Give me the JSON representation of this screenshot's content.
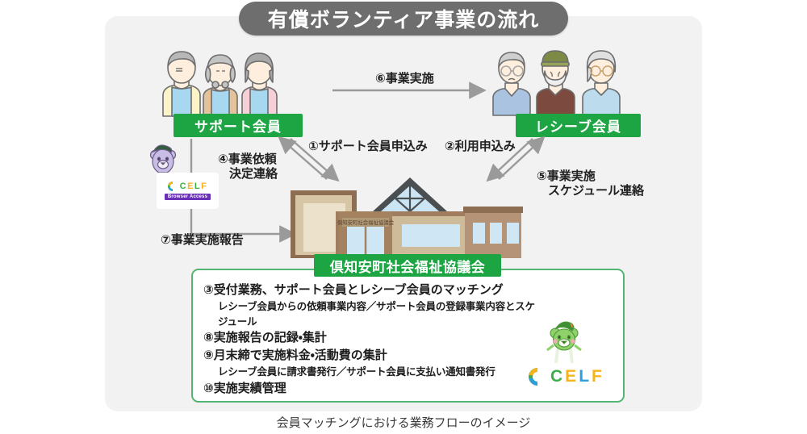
{
  "title": "有償ボランティア事業の流れ",
  "caption": "会員マッチングにおける業務フローのイメージ",
  "actors": {
    "support_label": "サポート会員",
    "receive_label": "レシーブ会員",
    "building_sign": "倶知安町社会福祉協議会"
  },
  "flows": [
    {
      "id": "1",
      "text": "①サポート会員申込み"
    },
    {
      "id": "2",
      "text": "②利用申込み"
    },
    {
      "id": "4",
      "line1": "④事業依頼",
      "line2": "決定連絡"
    },
    {
      "id": "5",
      "line1": "⑤事業実施",
      "line2": "スケジュール連絡"
    },
    {
      "id": "6",
      "text": "⑥事業実施"
    },
    {
      "id": "7",
      "text": "⑦事業実施報告"
    }
  ],
  "panel": {
    "header": "倶知安町社会福祉協議会",
    "items": [
      {
        "main": "③受付業務、サポート会員とレシーブ会員のマッチング",
        "sub": "レシーブ会員からの依頼事業内容／サポート会員の登録事業内容とスケジュール"
      },
      {
        "main": "⑧実施報告の記録・集計",
        "sub": ""
      },
      {
        "main": "⑨月末締で実施料金・活動費の集計",
        "sub": "レシーブ会員に請求書発行／サポート会員に支払い通知書発行"
      },
      {
        "main": "⑩実施実績管理",
        "sub": ""
      }
    ]
  },
  "celf": {
    "brand": "CELF",
    "browser_access": "Browser Access"
  },
  "colors": {
    "brand_green": "#1da544",
    "panel_border": "#54b471",
    "title_gray": "#6e6e6e",
    "backdrop": "#f2f2f2",
    "arrow_gray": "#9a9a9a",
    "celf_green": "#3fae49",
    "celf_yellow": "#f5b31c",
    "celf_blue": "#2f9fdc",
    "badge_purple": "#6b30b8"
  }
}
